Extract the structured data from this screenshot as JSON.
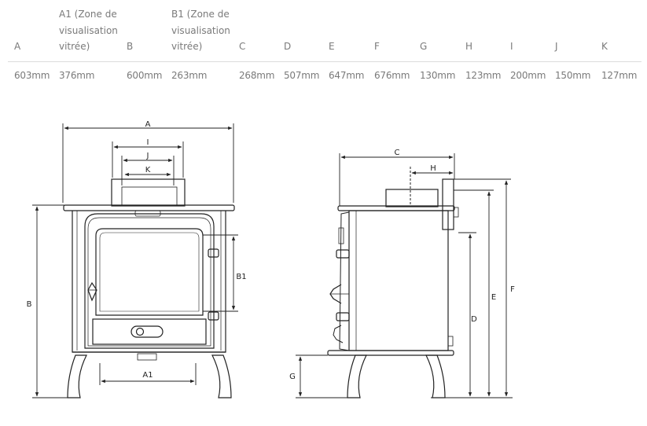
{
  "table": {
    "headers": [
      "A",
      "A1 (Zone de\nvisualisation\nvitrée)",
      "B",
      "B1 (Zone de\nvisualisation\nvitrée)",
      "C",
      "D",
      "E",
      "F",
      "G",
      "H",
      "I",
      "J",
      "K"
    ],
    "values": [
      "603mm",
      "376mm",
      "600mm",
      "263mm",
      "268mm",
      "507mm",
      "647mm",
      "676mm",
      "130mm",
      "123mm",
      "200mm",
      "150mm",
      "127mm"
    ]
  },
  "diagram": {
    "labels": {
      "A": "A",
      "I": "I",
      "J": "J",
      "K": "K",
      "B": "B",
      "B1": "B1",
      "A1": "A1",
      "C": "C",
      "H": "H",
      "E": "E",
      "F": "F",
      "D": "D",
      "G": "G"
    }
  }
}
